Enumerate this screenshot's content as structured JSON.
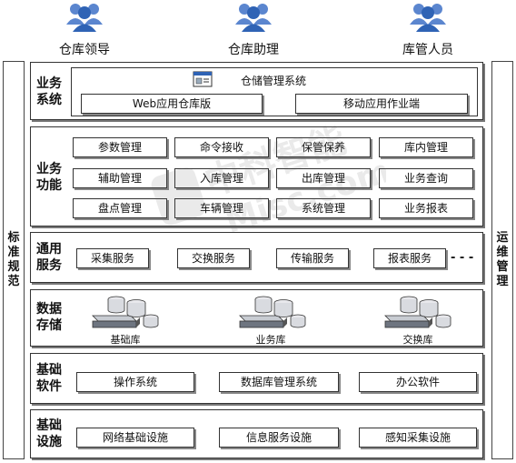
{
  "roles": [
    {
      "label": "仓库领导",
      "icon": "users-icon"
    },
    {
      "label": "仓库助理",
      "icon": "users-icon"
    },
    {
      "label": "库管人员",
      "icon": "users-icon"
    }
  ],
  "left_column": {
    "label": "标准规范"
  },
  "right_column": {
    "label": "运维管理"
  },
  "layers": {
    "business_system": {
      "title": "业务系统",
      "system_name": "仓储管理系统",
      "system_icon": "app-window-icon",
      "apps": [
        "Web应用仓库版",
        "移动应用作业端"
      ]
    },
    "business_function": {
      "title": "业务功能",
      "modules": [
        [
          "参数管理",
          "命令接收",
          "保管保养",
          "库内管理"
        ],
        [
          "辅助管理",
          "入库管理",
          "出库管理",
          "业务查询"
        ],
        [
          "盘点管理",
          "车辆管理",
          "系统管理",
          "业务报表"
        ]
      ]
    },
    "common_service": {
      "title": "通用服务",
      "services": [
        "采集服务",
        "交换服务",
        "传输服务",
        "报表服务"
      ],
      "more": "- - -"
    },
    "data_storage": {
      "title": "数据存储",
      "databases": [
        {
          "label": "基础库",
          "icon": "database-server-icon"
        },
        {
          "label": "业务库",
          "icon": "database-server-icon"
        },
        {
          "label": "交换库",
          "icon": "database-server-icon"
        }
      ]
    },
    "base_software": {
      "title": "基础软件",
      "items": [
        "操作系统",
        "数据库管理系统",
        "办公软件"
      ]
    },
    "infrastructure": {
      "title": "基础设施",
      "items": [
        "网络基础设施",
        "信息服务设施",
        "感知采集设施"
      ]
    }
  },
  "watermark": {
    "text_cn": "中科智能",
    "text_en": "Misc.com"
  },
  "colors": {
    "icon_blue": "#2f63b5",
    "border": "#333333",
    "shadow": "#777777"
  }
}
